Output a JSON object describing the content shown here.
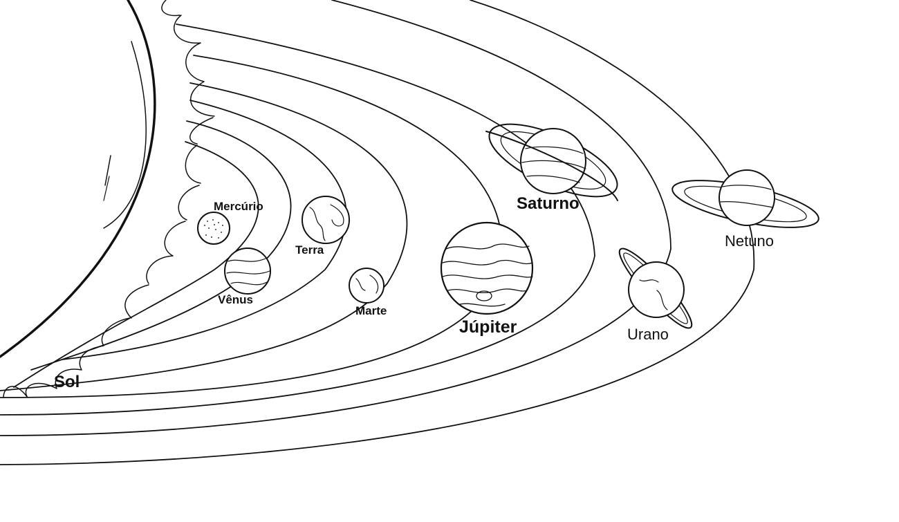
{
  "diagram": {
    "labels": {
      "sol": "Sol",
      "mercurio": "Mercúrio",
      "venus": "Vênus",
      "terra": "Terra",
      "marte": "Marte",
      "jupiter": "Júpiter",
      "saturno": "Saturno",
      "urano": "Urano",
      "netuno": "Netuno"
    },
    "line_color": "#111111",
    "background_color": "#ffffff"
  }
}
